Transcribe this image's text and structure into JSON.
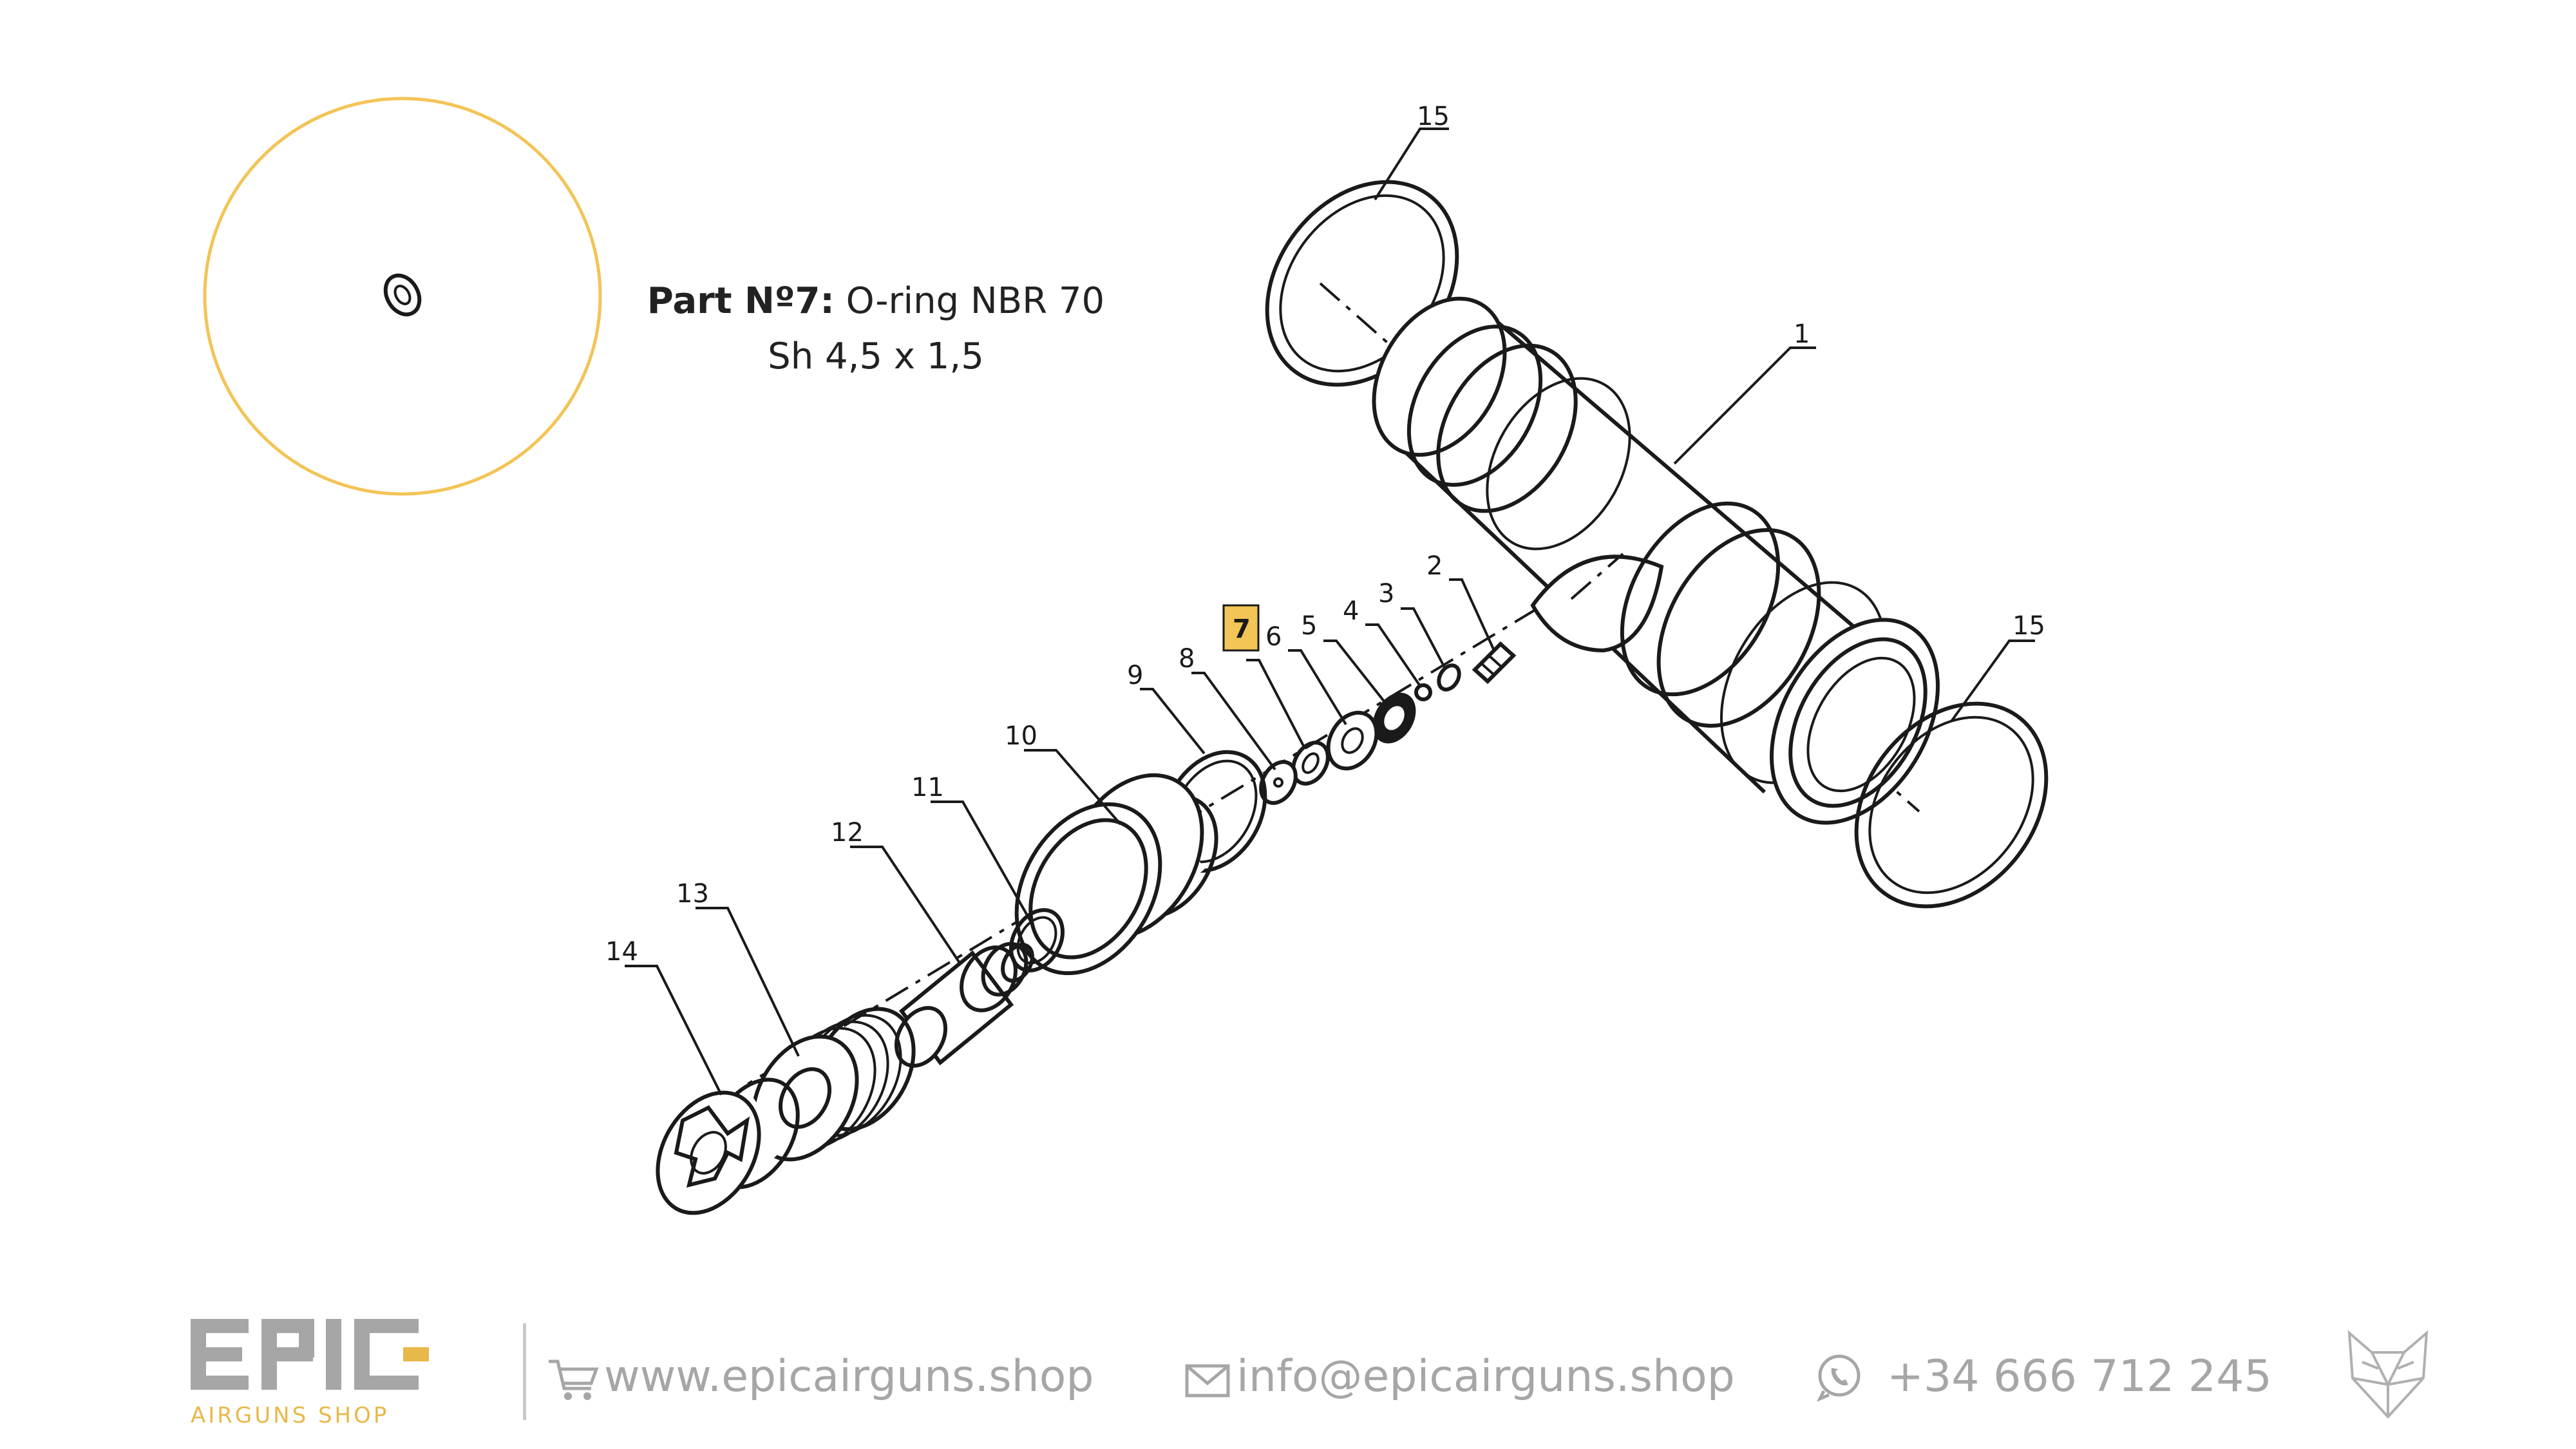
{
  "part_info": {
    "number_label": "Part Nº7:",
    "name": "O-ring NBR 70",
    "size": "Sh 4,5 x 1,5"
  },
  "callouts": [
    "15",
    "1",
    "2",
    "3",
    "4",
    "5",
    "6",
    "7",
    "8",
    "9",
    "10",
    "11",
    "12",
    "13",
    "14",
    "15"
  ],
  "highlighted_callout": "7",
  "colors": {
    "accent": "#f3c456",
    "line": "#1a1a1a",
    "footer_gray": "#a6a6a6"
  },
  "footer": {
    "brand": "EPIC",
    "brand_sub": "AIRGUNS SHOP",
    "website": "www.epicairguns.shop",
    "email": "info@epicairguns.shop",
    "phone": "+34 666 712 245"
  },
  "icons": [
    "cart-icon",
    "mail-icon",
    "whatsapp-icon",
    "wolf-logo-icon"
  ]
}
